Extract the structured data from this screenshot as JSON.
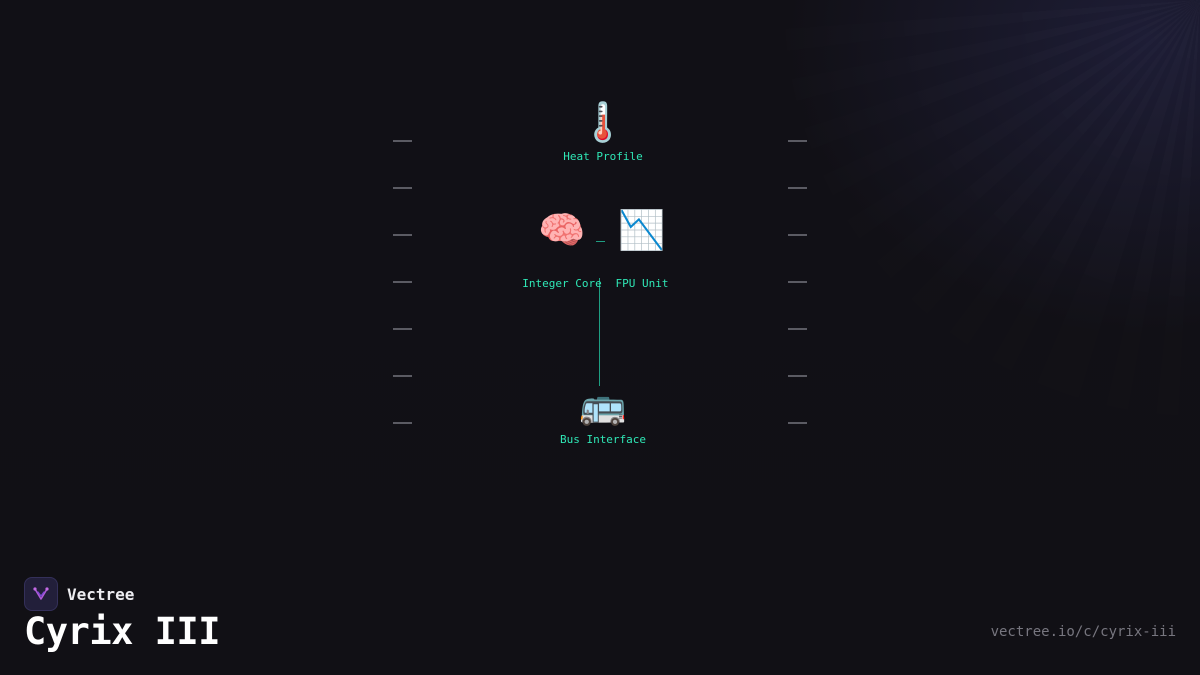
{
  "diagram": {
    "nodes": {
      "heat_profile": {
        "label": "Heat Profile",
        "icon": "thermometer-icon",
        "glyph": "🌡️"
      },
      "integer_core": {
        "label": "Integer Core",
        "icon": "brain-icon",
        "glyph": "🧠"
      },
      "fpu_unit": {
        "label": "FPU Unit",
        "icon": "chart-decreasing-icon",
        "glyph": "📉"
      },
      "bus_interface": {
        "label": "Bus Interface",
        "icon": "bus-icon",
        "glyph": "🚌"
      }
    },
    "edges": [
      {
        "from": "integer_core",
        "to": "fpu_unit"
      },
      {
        "from": "integer_core",
        "to": "bus_interface"
      }
    ],
    "accent_color": "#2fe7b6",
    "connector_color": "#1f9e82"
  },
  "footer": {
    "brand": "Vectree",
    "title": "Cyrix III",
    "url": "vectree.io/c/cyrix-iii"
  }
}
